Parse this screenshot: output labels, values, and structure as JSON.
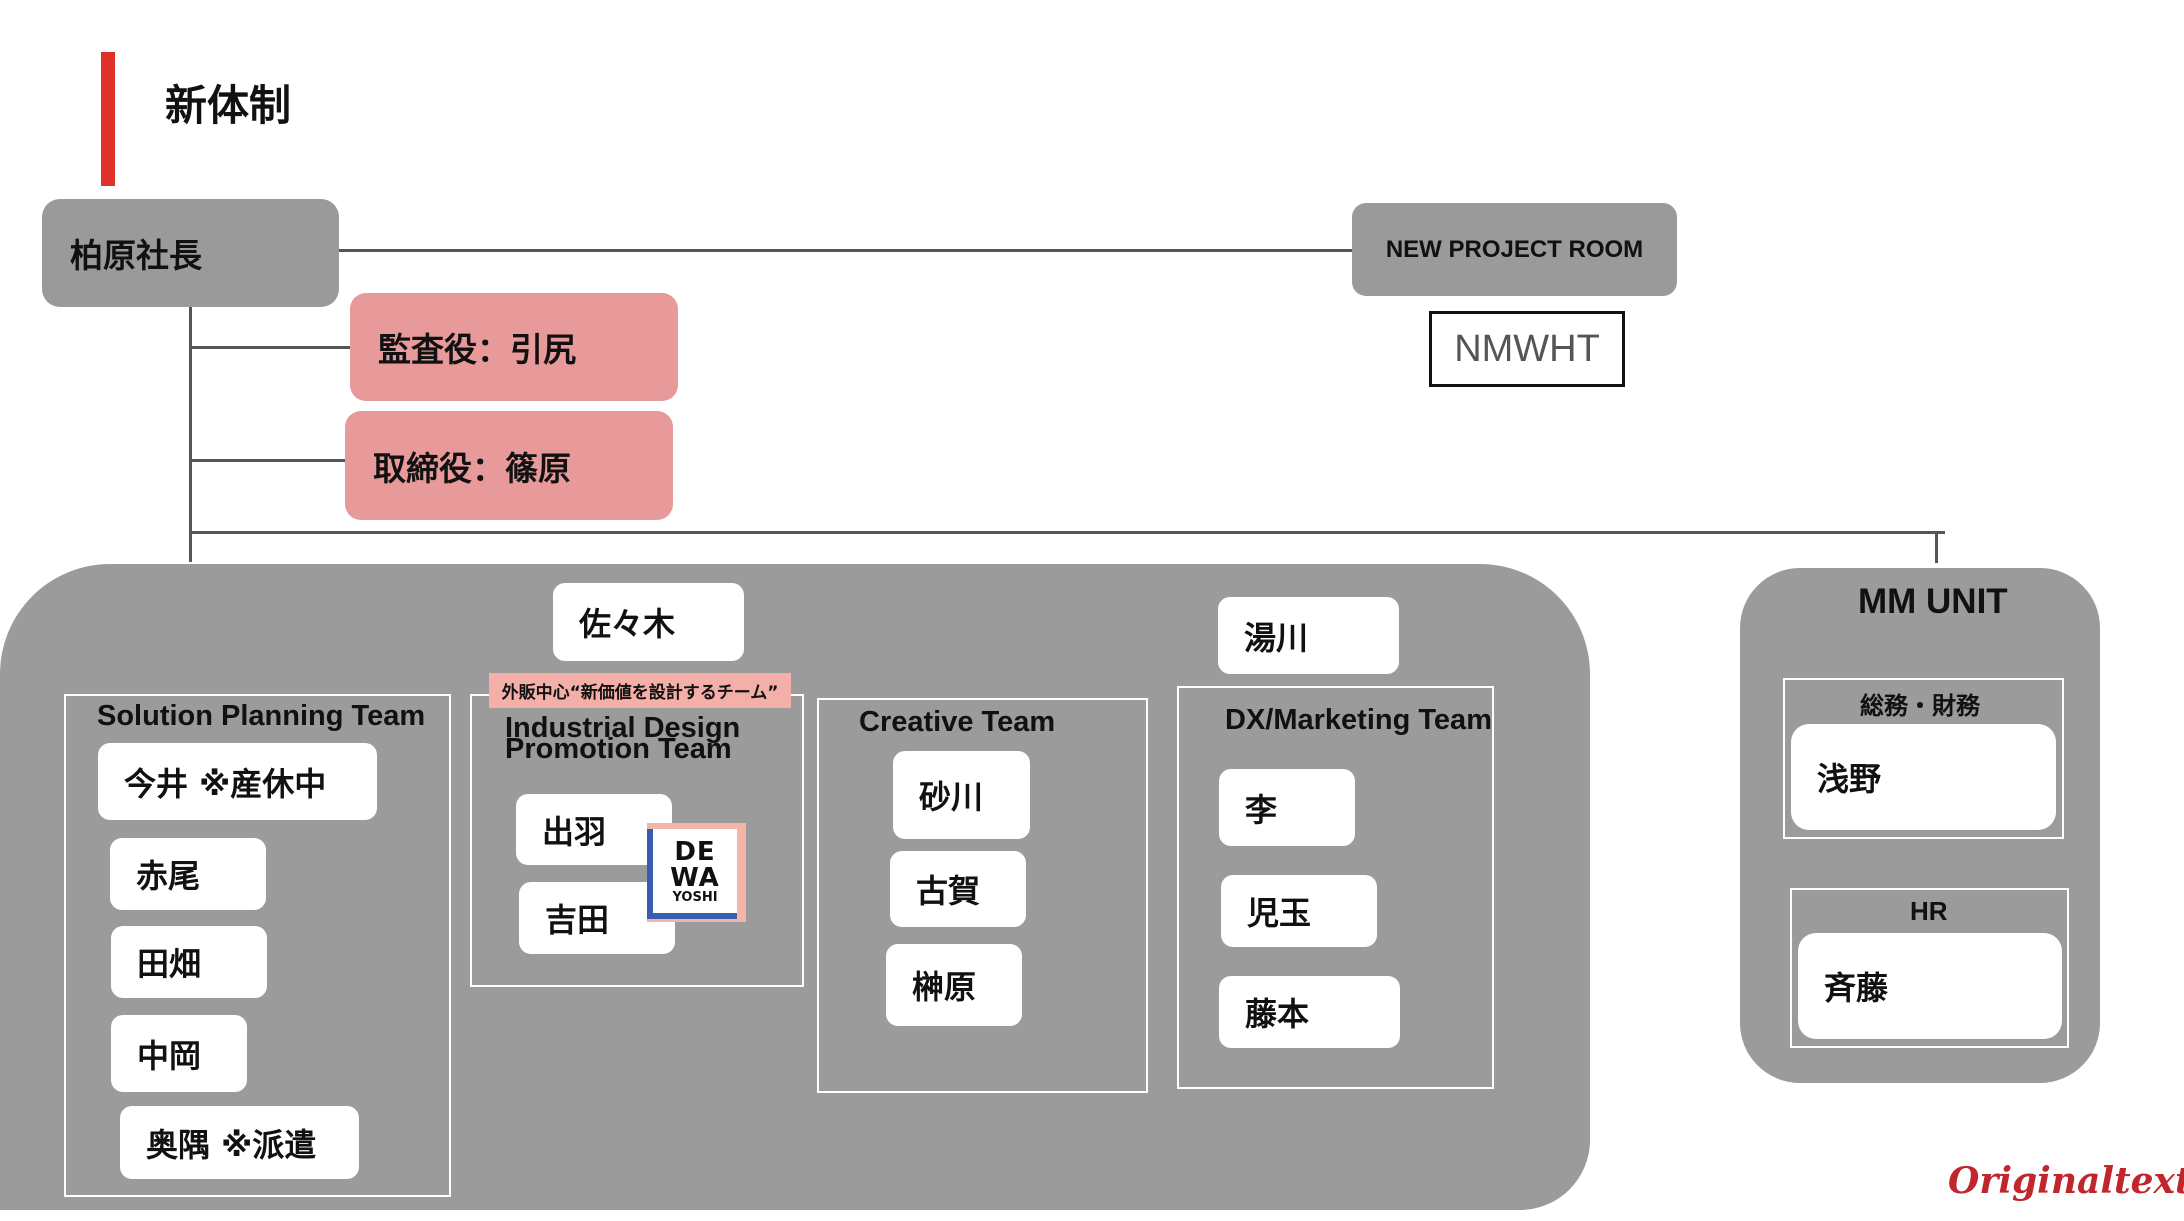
{
  "page": {
    "title": "新体制"
  },
  "president": "柏原社長",
  "auditor": "監査役：引尻",
  "director": "取締役：篠原",
  "new_project_room": {
    "label": "NEW PROJECT ROOM",
    "member": "NMWHT"
  },
  "main_unit": {
    "leader_left": "佐々木",
    "leader_right": "湯川",
    "teams": [
      {
        "name": "Solution Planning Team",
        "members": [
          "今井 ※産休中",
          "赤尾",
          "田畑",
          "中岡",
          "奥隅 ※派遣"
        ]
      },
      {
        "name": "Industrial Design Promotion Team",
        "tag": "外販中心“新価値を設計するチーム”",
        "members": [
          "出羽",
          "吉田"
        ],
        "logo_text": [
          "DE",
          "WA",
          "YOSHI"
        ]
      },
      {
        "name": "Creative Team",
        "members": [
          "砂川",
          "古賀",
          "榊原"
        ]
      },
      {
        "name": "DX/Marketing Team",
        "members": [
          "李",
          "児玉",
          "藤本"
        ]
      }
    ]
  },
  "mm_unit": {
    "title": "MM UNIT",
    "groups": [
      {
        "name": "総務・財務",
        "member": "浅野"
      },
      {
        "name": "HR",
        "member": "斉藤"
      }
    ]
  },
  "watermark": "Originaltext",
  "colors": {
    "accent": "#e0302a",
    "panel": "#9b9b9b",
    "pink": "#e89a9a",
    "watermark": "#c0262c"
  }
}
